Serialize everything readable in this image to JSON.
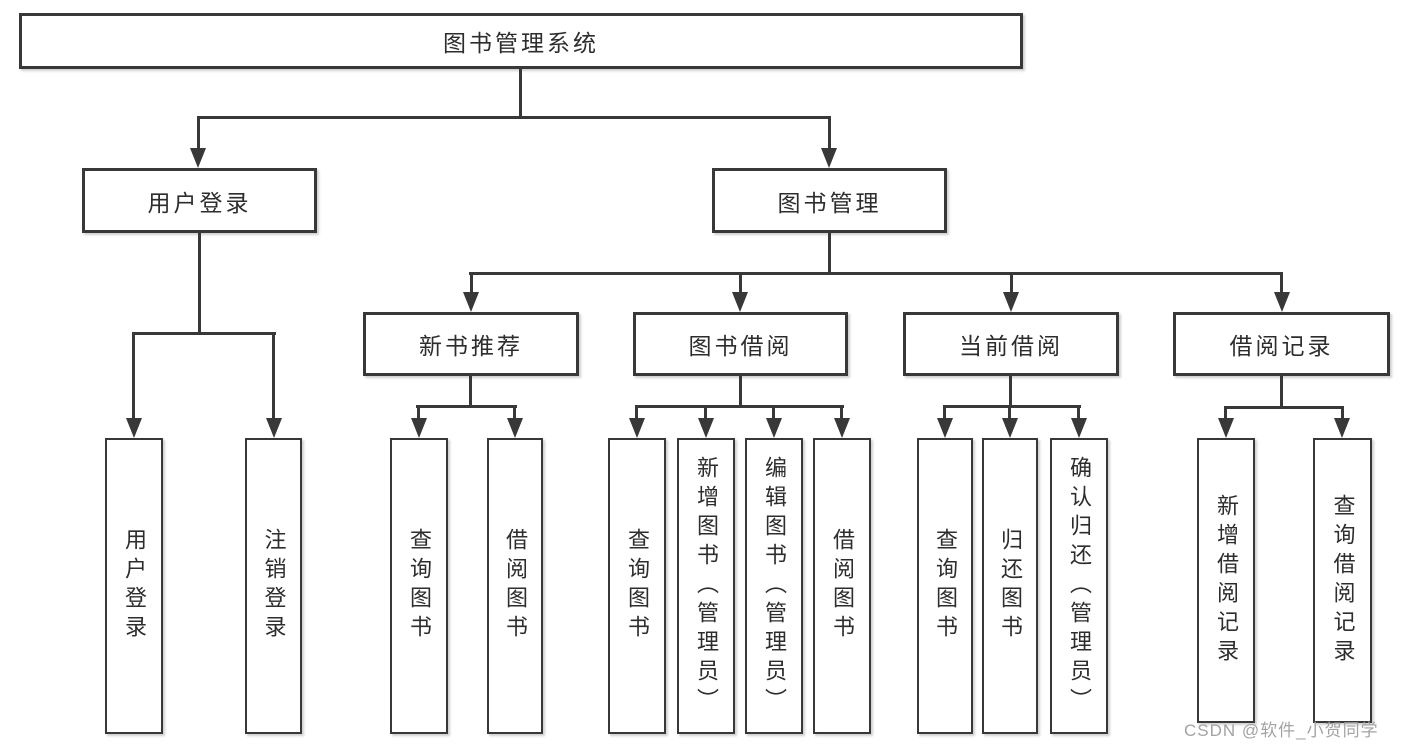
{
  "diagram": {
    "title": "图书管理系统",
    "type": "function-structure-tree",
    "colors": {
      "line": "#383838",
      "text": "#2d2d2d",
      "background": "#ffffff",
      "watermark": "#a3a3a3"
    },
    "tree": {
      "label": "图书管理系统",
      "children": [
        {
          "label": "用户登录",
          "children": [
            {
              "label": "用户登录"
            },
            {
              "label": "注销登录"
            }
          ]
        },
        {
          "label": "图书管理",
          "children": [
            {
              "label": "新书推荐",
              "children": [
                {
                  "label": "查询图书"
                },
                {
                  "label": "借阅图书"
                }
              ]
            },
            {
              "label": "图书借阅",
              "children": [
                {
                  "label": "查询图书"
                },
                {
                  "label": "新增图书（管理员）"
                },
                {
                  "label": "编辑图书（管理员）"
                },
                {
                  "label": "借阅图书"
                }
              ]
            },
            {
              "label": "当前借阅",
              "children": [
                {
                  "label": "查询图书"
                },
                {
                  "label": "归还图书"
                },
                {
                  "label": "确认归还（管理员）"
                }
              ]
            },
            {
              "label": "借阅记录",
              "children": [
                {
                  "label": "新增借阅记录"
                },
                {
                  "label": "查询借阅记录"
                }
              ]
            }
          ]
        }
      ]
    },
    "watermark": {
      "text": "CSDN @软件_小贺同学"
    }
  }
}
